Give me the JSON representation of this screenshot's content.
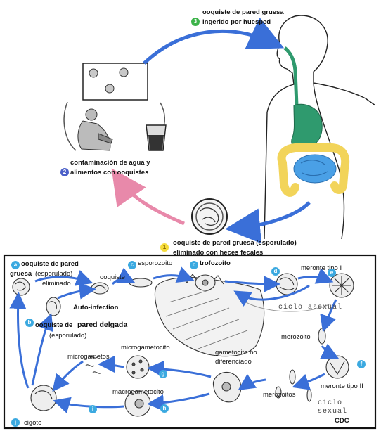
{
  "colors": {
    "arrow_blue": "#3a6fd8",
    "arrow_pink": "#e889aa",
    "stomach_green": "#2f9a6e",
    "intestine_yellow": "#f2d45a",
    "intestine_blue": "#4aa0e6",
    "badge_green": "#3db34a",
    "badge_blue": "#4a5fc8",
    "badge_yellow": "#f6dc3a",
    "badge_cyan": "#3ba9e0"
  },
  "top": {
    "label_ingested_line1": "ooquiste de pared gruesa",
    "label_ingested_line2": "ingerido por huesped",
    "step3_number": "3",
    "label_contamination_line1": "contaminación de agua y",
    "label_contamination_line2": "alimentos con ooquistes",
    "step2_number": "2",
    "label_excreted_line1": "ooquiste de pared gruesa (esporulado)",
    "label_excreted_line2": "eliminado con heces fecales",
    "step1_number": "1"
  },
  "bottom": {
    "a_label_line1": "ooquiste de pared",
    "a_label_line2": "gruesa",
    "a_label_line2b": "(esporulado)",
    "a_label_line3": "eliminado",
    "a_letter": "a",
    "ooquiste_label": "ooquiste",
    "autoinfection_label": "Auto-infection",
    "thin_wall_line1": "ooquiste de",
    "thin_wall_line1b": "pared delgada",
    "thin_wall_line2": "(esporulado)",
    "b_letter": "b",
    "esporozoito_label": "esporozoito",
    "c_letter": "c",
    "trofozoito_label": "trofozoito",
    "meronte1_label": "meronte tipo I",
    "d_letter": "d",
    "e_letter": "e",
    "asexual_label": "ciclo asexual",
    "merozoito_label": "merozoito",
    "f_letter": "f",
    "meronte2_label": "meronte tipo II",
    "merozoitos_label": "merozoitos",
    "sexual_label_line1": "ciclo",
    "sexual_label_line2": "sexual",
    "cdc_label": "CDC",
    "gametocito_line1": "gametocito no",
    "gametocito_line2": "diferenciado",
    "g_letter": "g",
    "microgametocito_label": "microgametocito",
    "microgametos_label": "microgametos",
    "macrogametocito_label": "macrogametocito",
    "h_letter": "h",
    "i_letter": "i",
    "cigoto_label": "cigoto",
    "j_letter": "j"
  }
}
